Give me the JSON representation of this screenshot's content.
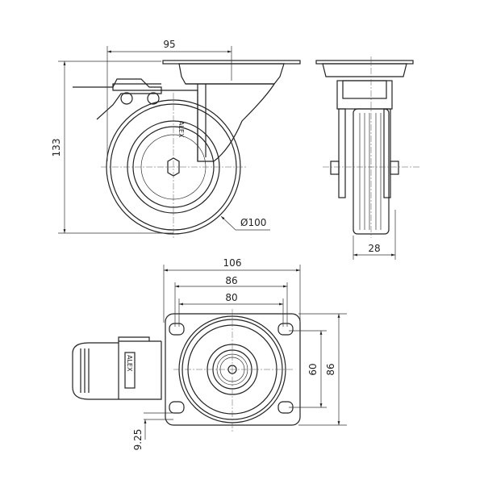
{
  "title": "Swivel caster with brake – dimension drawing",
  "brand": "ALEX",
  "dimensions": {
    "mount_offset": "95",
    "total_height": "133",
    "wheel_diameter": "Ø100",
    "wheel_width": "28",
    "plate_width": "106",
    "plate_hole_outer": "86",
    "plate_hole_inner": "80",
    "plate_hole_vertical": "60",
    "plate_height": "86",
    "hole_slot": "9.25"
  },
  "colors": {
    "line": "#222222",
    "background": "#ffffff"
  }
}
